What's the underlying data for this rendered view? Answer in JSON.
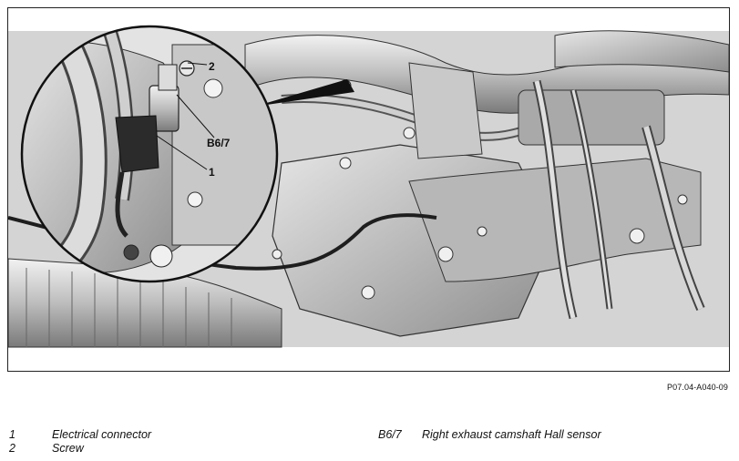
{
  "figure": {
    "code": "P07.04-A040-09",
    "callouts": {
      "c1": "1",
      "c2": "2",
      "cb67": "B6/7"
    }
  },
  "legend": [
    {
      "ref": "1",
      "text": "Electrical connector"
    },
    {
      "ref": "2",
      "text": "Screw"
    },
    {
      "ref": "B6/7",
      "text": "Right exhaust camshaft Hall sensor"
    }
  ]
}
